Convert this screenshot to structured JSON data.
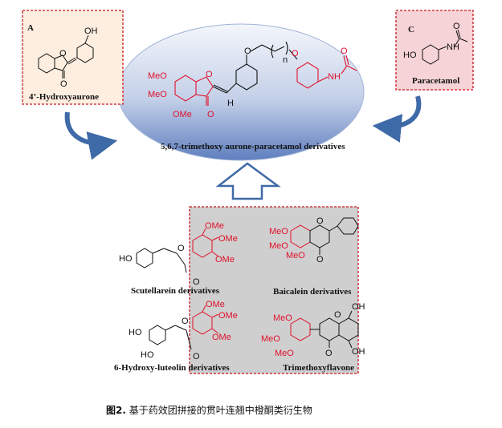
{
  "panels": {
    "A": {
      "letter": "A",
      "name": "4’-Hydroxyaurone",
      "oh": "OH",
      "o": "O",
      "oxo": "O"
    },
    "C": {
      "letter": "C",
      "name": "Paracetamol",
      "ho": "HO",
      "nh": "NH",
      "o": "O"
    },
    "center": {
      "label": "5,6,7-trimethoxy aurone-paracetamol derivatives",
      "ome1": "MeO",
      "ome2": "MeO",
      "ome3": "OMe",
      "h": "H",
      "o_ring": "O",
      "o_keto": "O",
      "o_link1": "O",
      "o_link2": "O",
      "n": "n",
      "nh": "NH",
      "o_amide": "O"
    },
    "bottom": {
      "scutellarein": {
        "name": "Scutellarein derivatives",
        "ho": "HO",
        "o": "O",
        "oxo": "O",
        "ome": [
          "OMe",
          "OMe",
          "OMe"
        ]
      },
      "baicalein": {
        "name": "Baicalein derivatives",
        "ome": [
          "MeO",
          "MeO",
          "MeO"
        ],
        "o": "O",
        "oxo": "O"
      },
      "luteolin": {
        "name": "6-Hydroxy-luteolin derivatives",
        "ho1": "HO",
        "ho2": "HO",
        "o": "O",
        "oxo": "O",
        "ome": [
          "OMe",
          "OMe",
          "OMe"
        ]
      },
      "trimethoxyflavone": {
        "name": "Trimethoxyflavone",
        "ome": [
          "MeO",
          "MeO",
          "MeO"
        ],
        "oh1": "OH",
        "oh2": "OH",
        "o": "O",
        "oxo": "O"
      }
    }
  },
  "caption": {
    "prefix": "图2.",
    "text": " 基于药效团拼接的贯叶连翘中橙酮类衍生物"
  },
  "colors": {
    "highlight": "#e0112b",
    "ellipse_top": "#f2f5fa",
    "ellipse_bottom": "#5f7fbf",
    "arrow": "#3f6aa8",
    "boxA_bg": "#fdeee0",
    "boxC_bg": "#f6d3d6",
    "grey_box": "#cfcfcf",
    "dash": "#c8171e"
  }
}
